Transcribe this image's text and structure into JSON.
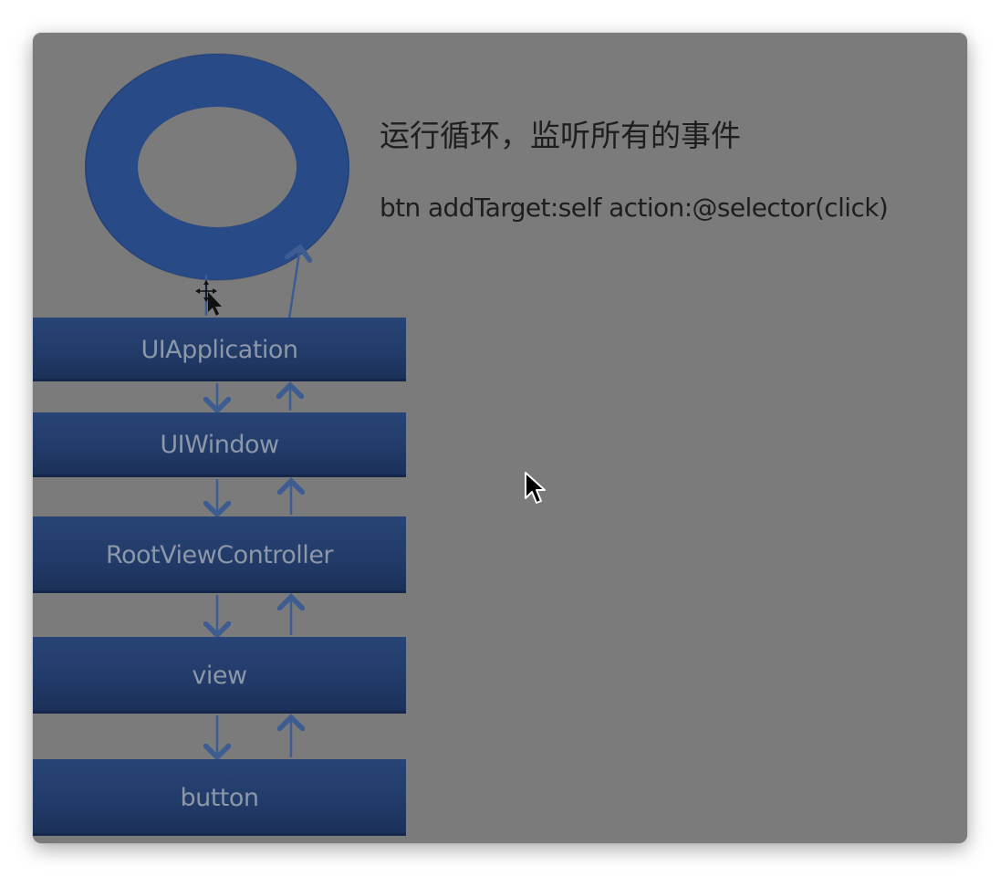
{
  "diagram": {
    "run_loop": {
      "shape": "ring",
      "color": "#2a4f8e"
    },
    "description": "运行循环，监听所有的事件",
    "code": "btn addTarget:self action:@selector(click)",
    "layers": [
      {
        "label": "UIApplication"
      },
      {
        "label": "UIWindow"
      },
      {
        "label": "RootViewController"
      },
      {
        "label": "view"
      },
      {
        "label": "button"
      }
    ],
    "arrow_color": "#3d5c92"
  },
  "overlay": {
    "cursor_icon": "arrow-pointer-icon",
    "move_cursor_icon": "move-cursor-icon"
  }
}
